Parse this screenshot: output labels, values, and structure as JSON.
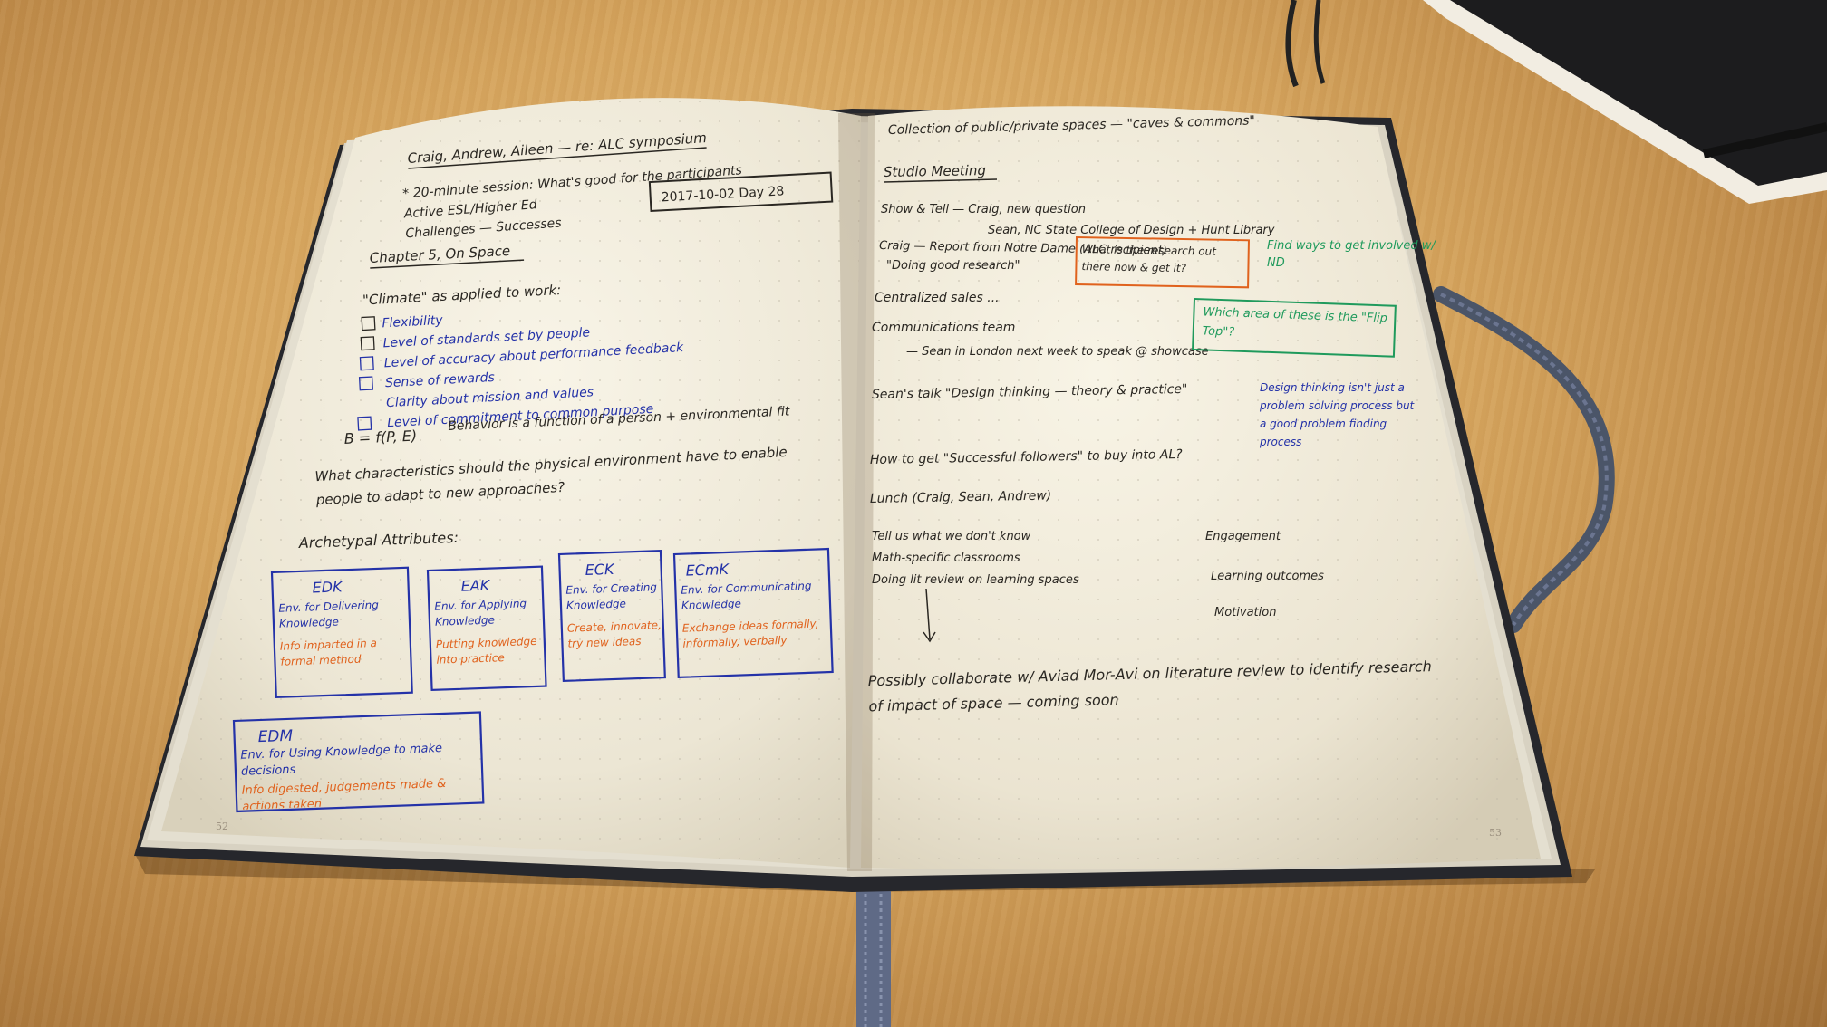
{
  "colors": {
    "black_ink": "#2a2722",
    "blue_ink": "#2432a8",
    "orange_ink": "#e0621d",
    "green_ink": "#1f9a5c",
    "paper": "#f3efe2",
    "desk": "#d6a55e"
  },
  "left_page": {
    "page_number": "52",
    "heading": "Craig, Andrew, Aileen — re: ALC symposium",
    "lines": [
      "* 20-minute session: What's good for the participants",
      "Active ESL/Higher Ed",
      "Challenges — Successes"
    ],
    "date_box": "2017-10-02  Day 28",
    "chapter": "Chapter 5, On Space",
    "climate_intro": "\"Climate\" as applied to work:",
    "climate_items": [
      "Flexibility",
      "Level of standards set by people",
      "Level of accuracy about performance feedback",
      "Sense of rewards",
      "Clarity about mission and values",
      "Level of commitment to common purpose"
    ],
    "equation": "B = f(P, E)",
    "equation_note": "Behavior is a function of a person + environmental fit",
    "question": "What characteristics should the physical environment have to enable people to adapt to new approaches?",
    "attributes_heading": "Archetypal Attributes:",
    "boxes": [
      {
        "title": "EDK",
        "blue": "Env. for Delivering Knowledge",
        "orange": "Info imparted in a formal method"
      },
      {
        "title": "EAK",
        "blue": "Env. for Applying Knowledge",
        "orange": "Putting knowledge into practice"
      },
      {
        "title": "ECK",
        "blue": "Env. for Creating Knowledge",
        "orange": "Create, innovate, try new ideas"
      },
      {
        "title": "ECmK",
        "blue": "Env. for Communicating Knowledge",
        "orange": "Exchange ideas formally, informally, verbally"
      },
      {
        "title": "EDM",
        "blue": "Env. for Using Knowledge to make decisions",
        "orange": "Info digested, judgements made & actions taken"
      }
    ]
  },
  "right_page": {
    "page_number": "53",
    "heading": "Collection of public/private spaces — \"caves & commons\"",
    "subheading": "Studio Meeting",
    "show_tell": "Show & Tell — Craig, new question",
    "show_tell_2": "Sean, NC State College of Design + Hunt Library",
    "craig_line": "Craig — Report from Notre Dame (ALC recipient)",
    "craig_line_2": "\"Doing good research\"",
    "black_box": "What is the research out there now & get it?",
    "green_note_1": "Find ways to get involved w/ ND",
    "centralized": "Centralized sales ...",
    "green_note_2": "Which area of these is the \"Flip Top\"?",
    "comms": "Communications team",
    "comms_2": "— Sean in London next week to speak @ showcase",
    "sean_talk": "Sean's talk \"Design thinking — theory & practice\"",
    "blue_note": "Design thinking isn't just a problem solving process but a good problem finding process",
    "how_to": "How to get \"Successful followers\" to buy into AL?",
    "lunch": "Lunch (Craig, Sean, Andrew)",
    "lunch_items": [
      "Tell us what we don't know",
      "Math-specific classrooms",
      "Doing lit review on learning spaces"
    ],
    "right_items": [
      "Engagement",
      "Learning outcomes",
      "Motivation"
    ],
    "closing": "Possibly collaborate w/ Aviad Mor-Avi on literature review to identify research of impact of space — coming soon"
  }
}
